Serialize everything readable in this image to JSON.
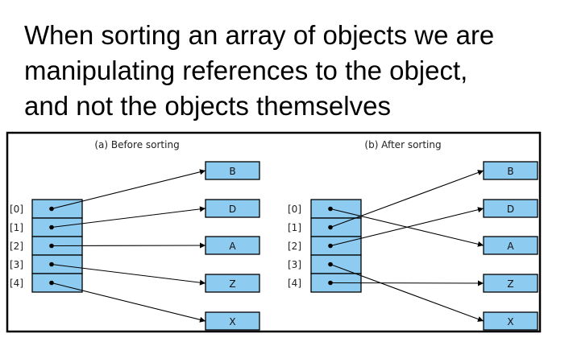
{
  "heading": {
    "line1": "When sorting an array of objects we are",
    "line2": "manipulating references to the object,",
    "line3": "and not the objects themselves"
  },
  "colors": {
    "cell_fill": "#8ecbf0",
    "stroke": "#000000",
    "frame": "#000000"
  },
  "figure": {
    "before": {
      "caption": "(a) Before sorting",
      "indices": [
        "[0]",
        "[1]",
        "[2]",
        "[3]",
        "[4]"
      ],
      "objects": [
        "B",
        "D",
        "A",
        "Z",
        "X"
      ],
      "references": [
        {
          "from_index": 0,
          "to_object": 0
        },
        {
          "from_index": 1,
          "to_object": 1
        },
        {
          "from_index": 2,
          "to_object": 2
        },
        {
          "from_index": 3,
          "to_object": 3
        },
        {
          "from_index": 4,
          "to_object": 4
        }
      ]
    },
    "after": {
      "caption": "(b) After sorting",
      "indices": [
        "[0]",
        "[1]",
        "[2]",
        "[3]",
        "[4]"
      ],
      "objects": [
        "B",
        "D",
        "A",
        "Z",
        "X"
      ],
      "references": [
        {
          "from_index": 0,
          "to_object": 2
        },
        {
          "from_index": 1,
          "to_object": 0
        },
        {
          "from_index": 2,
          "to_object": 1
        },
        {
          "from_index": 3,
          "to_object": 4
        },
        {
          "from_index": 4,
          "to_object": 3
        }
      ]
    }
  }
}
